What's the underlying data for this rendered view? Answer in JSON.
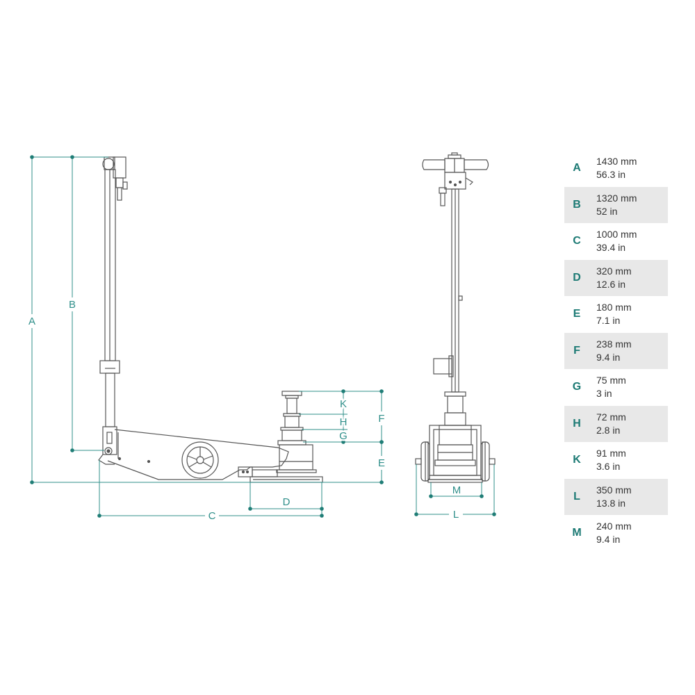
{
  "colors": {
    "dimension": "#2f8f8a",
    "letter": "#1c7a74",
    "outline": "#555555",
    "row_shade": "#e8e8e8"
  },
  "dimension_labels": {
    "A": "A",
    "B": "B",
    "C": "C",
    "D": "D",
    "E": "E",
    "F": "F",
    "G": "G",
    "H": "H",
    "K": "K",
    "L": "L",
    "M": "M"
  },
  "specs": [
    {
      "letter": "A",
      "mm": "1430 mm",
      "inch": "56.3 in"
    },
    {
      "letter": "B",
      "mm": "1320 mm",
      "inch": "52 in"
    },
    {
      "letter": "C",
      "mm": "1000 mm",
      "inch": "39.4 in"
    },
    {
      "letter": "D",
      "mm": "320 mm",
      "inch": "12.6 in"
    },
    {
      "letter": "E",
      "mm": "180 mm",
      "inch": "7.1 in"
    },
    {
      "letter": "F",
      "mm": "238 mm",
      "inch": "9.4 in"
    },
    {
      "letter": "G",
      "mm": "75 mm",
      "inch": "3 in"
    },
    {
      "letter": "H",
      "mm": "72 mm",
      "inch": "2.8 in"
    },
    {
      "letter": "K",
      "mm": "91 mm",
      "inch": "3.6 in"
    },
    {
      "letter": "L",
      "mm": "350 mm",
      "inch": "13.8 in"
    },
    {
      "letter": "M",
      "mm": "240 mm",
      "inch": "9.4 in"
    }
  ]
}
